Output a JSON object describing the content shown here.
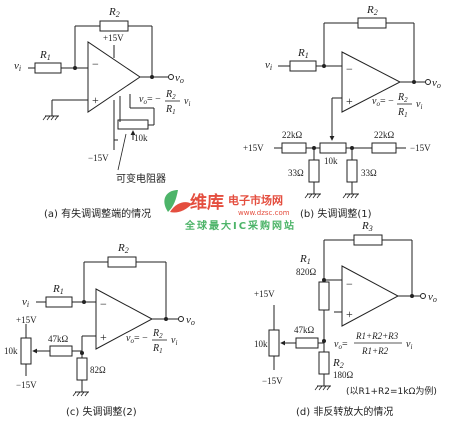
{
  "a": {
    "r1": "R",
    "r1_sub": "1",
    "r2": "R",
    "r2_sub": "2",
    "vi": "v",
    "vi_sub": "i",
    "vo": "v",
    "vo_sub": "o",
    "vplus": "+15V",
    "vminus": "−15V",
    "pot": "10k",
    "formula_lhs": "v",
    "formula_lhs_sub": "o",
    "formula_eq": "= −",
    "formula_num": "R",
    "formula_num_sub": "2",
    "formula_den": "R",
    "formula_den_sub": "1",
    "formula_var": "v",
    "formula_var_sub": "i",
    "annotation": "可变电阻器",
    "caption": "(a) 有失调调整端的情况"
  },
  "b": {
    "r1": "R",
    "r1_sub": "1",
    "r2": "R",
    "r2_sub": "2",
    "vi": "v",
    "vi_sub": "i",
    "vo": "v",
    "vo_sub": "o",
    "vplus": "+15V",
    "vminus": "−15V",
    "r_left": "22kΩ",
    "r_right": "22kΩ",
    "pot": "10k",
    "r_low_left": "33Ω",
    "r_low_right": "33Ω",
    "caption": "(b) 失调调整(1)"
  },
  "c": {
    "r1": "R",
    "r1_sub": "1",
    "r2": "R",
    "r2_sub": "2",
    "vi": "v",
    "vi_sub": "i",
    "vo": "v",
    "vo_sub": "o",
    "vplus": "+15V",
    "vminus": "−15V",
    "pot": "10k",
    "r_series": "47kΩ",
    "r_shunt": "82Ω",
    "caption": "(c) 失调调整(2)"
  },
  "d": {
    "r1": "R",
    "r1_sub": "1",
    "r1_value": "820Ω",
    "r2": "R",
    "r2_sub": "2",
    "r2_value": "180Ω",
    "r3": "R",
    "r3_sub": "3",
    "vo": "v",
    "vo_sub": "o",
    "vplus": "+15V",
    "vminus": "−15V",
    "pot": "10k",
    "r_series": "47kΩ",
    "formula_num": "R1+R2+R3",
    "formula_den": "R1+R2",
    "note": "(以R1+R2=1kΩ为例)",
    "caption": "(d) 非反转放大的情况"
  },
  "watermark": {
    "brand": "维库",
    "brand_suffix": "电子市场网",
    "url": "www.dzsc.com",
    "tagline": "全球最大IC采购网站"
  },
  "colors": {
    "ink": "#222222",
    "watermark_red": "#e0301e",
    "watermark_green": "#2fa84f"
  }
}
